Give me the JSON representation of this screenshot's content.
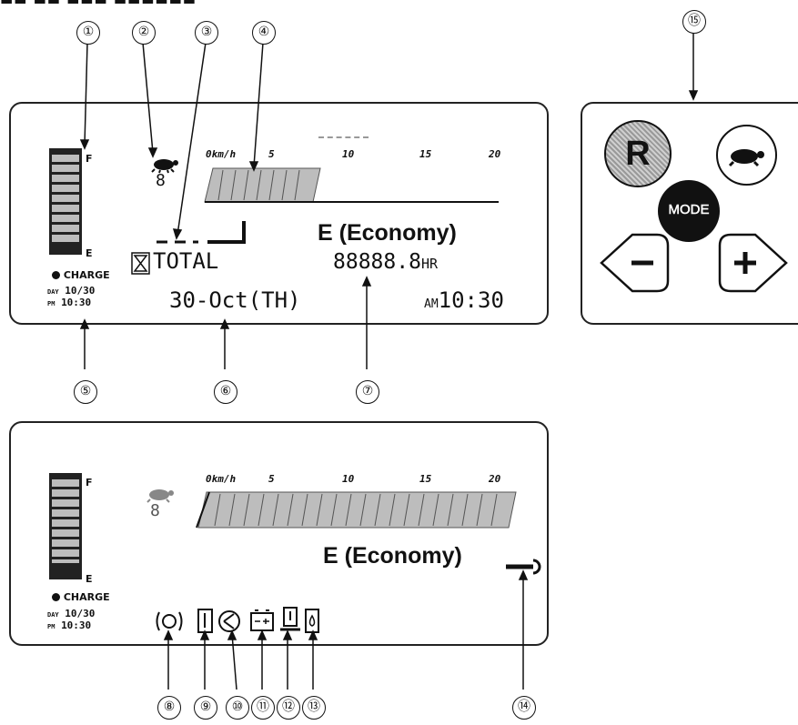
{
  "header": {
    "title": "..."
  },
  "callouts": [
    "①",
    "②",
    "③",
    "④",
    "⑤",
    "⑥",
    "⑦",
    "⑧",
    "⑨",
    "⑩",
    "⑪",
    "⑫",
    "⑬",
    "⑭",
    "⑮"
  ],
  "display_top": {
    "battery_full": "F",
    "battery_empty": "E",
    "charge_label": "CHARGE",
    "day_label": "DAY",
    "day_value": "10/30",
    "time_prefix": "PM",
    "time_value": "10:30",
    "speed_level": "8",
    "speed_unit": "0km/h",
    "scale": [
      "5",
      "10",
      "15",
      "20"
    ],
    "mode": "E (Economy)",
    "total_label": "TOTAL",
    "hours_value": "88888.8",
    "hours_unit": "HR",
    "date": "30-Oct(TH)",
    "clock_prefix": "AM",
    "clock_value": "10:30"
  },
  "display_bottom": {
    "battery_full": "F",
    "battery_empty": "E",
    "charge_label": "CHARGE",
    "day_label": "DAY",
    "day_value": "10/30",
    "time_prefix": "PM",
    "time_value": "10:30",
    "speed_level": "8",
    "speed_unit": "0km/h",
    "scale": [
      "5",
      "10",
      "15",
      "20"
    ],
    "mode": "E (Economy)"
  },
  "keypad": {
    "r_label": "R",
    "mode_label": "MODE",
    "minus_label": "−",
    "plus_label": "+"
  },
  "icons": [
    "brake-icon",
    "seatbelt-icon",
    "steering-icon",
    "battery-warning-icon",
    "seat-switch-icon",
    "hydraulic-oil-icon",
    "wrench-icon",
    "turtle-icon"
  ]
}
